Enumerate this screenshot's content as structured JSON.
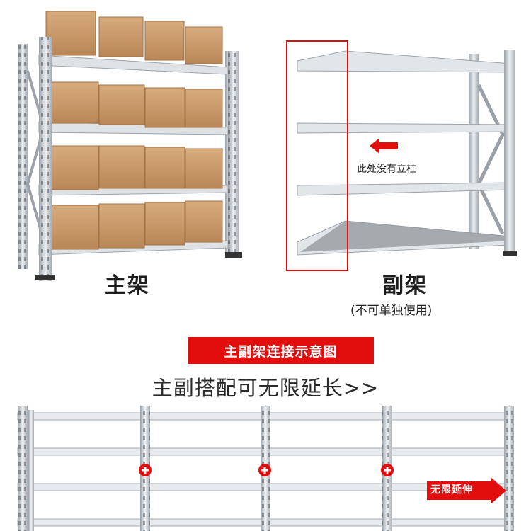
{
  "main_rack": {
    "label": "主架"
  },
  "sub_rack": {
    "label": "副架",
    "note": "(不可单独使用)",
    "callout": "此处没有立柱"
  },
  "banner": {
    "text": "主副架连接示意图"
  },
  "subtitle": {
    "text": "主副搭配可无限延长>>"
  },
  "expand": {
    "text": "无限延伸"
  },
  "colors": {
    "accent": "#e20e0e",
    "steel": "#c9cdd2",
    "steel_dark": "#8e959c",
    "box": "#c89a6a"
  },
  "icons": [
    "arrow-left-icon",
    "plus-circle-icon",
    "arrow-right-icon"
  ]
}
